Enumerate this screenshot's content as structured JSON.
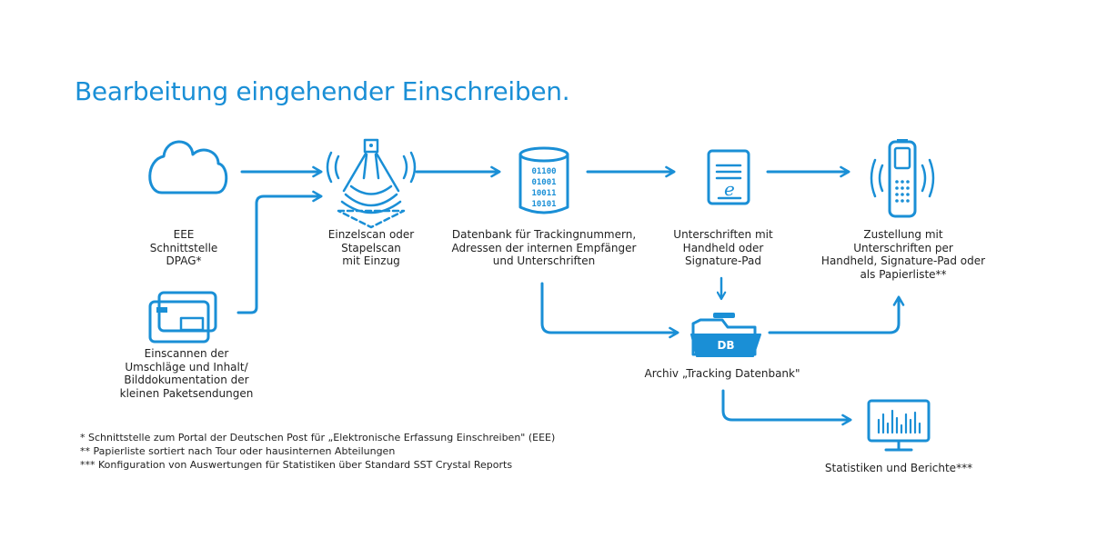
{
  "title": "Bearbeitung eingehender Einschreiben.",
  "nodes": {
    "eee": "EEE\nSchnittstelle\nDPAG*",
    "scan_envelopes": "Einscannen der\nUmschläge und Inhalt/\nBilddokumentation der\nkleinen Paketsendungen",
    "scanner": "Einzelscan oder\nStapelscan\nmit Einzug",
    "database": "Datenbank für Trackingnummern,\nAdressen der internen Empfänger\nund Unterschriften",
    "signatures": "Unterschriften mit\nHandheld oder\nSignature-Pad",
    "delivery": "Zustellung mit\nUnterschriften per\nHandheld, Signature-Pad oder\nals Papierliste**",
    "archive": "Archiv „Tracking Datenbank\"",
    "statistics": "Statistiken und Berichte***"
  },
  "icons": {
    "eee": "cloud-icon",
    "scan_envelopes": "envelopes-icon",
    "scanner": "scanner-icon",
    "database": "database-icon",
    "signatures": "signature-document-icon",
    "delivery": "handheld-scanner-icon",
    "archive": "db-folder-icon",
    "statistics": "monitor-chart-icon"
  },
  "database_bits": [
    "01100",
    "01001",
    "10011",
    "10101"
  ],
  "archive_badge": "DB",
  "signature_glyph": "e",
  "footnotes": [
    "* Schnittstelle zum Portal der Deutschen Post für „Elektronische Erfassung Einschreiben\" (EEE)",
    "** Papierliste sortiert nach Tour oder hausinternen Abteilungen",
    "*** Konfiguration von Auswertungen für Statistiken über Standard SST Crystal Reports"
  ],
  "colors": {
    "accent": "#1a8fd6",
    "text": "#222222"
  }
}
